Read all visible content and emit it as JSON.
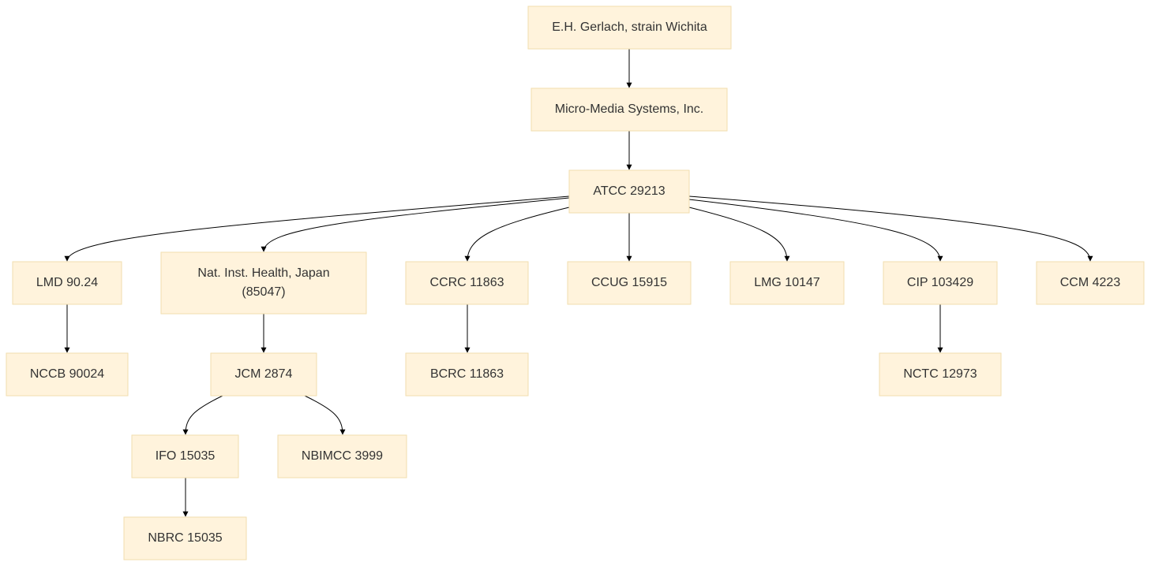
{
  "diagram": {
    "type": "tree",
    "nodes": [
      {
        "id": "gerlach",
        "label": "E.H. Gerlach, strain Wichita"
      },
      {
        "id": "micromedia",
        "label": "Micro-Media Systems, Inc."
      },
      {
        "id": "atcc",
        "label": "ATCC 29213"
      },
      {
        "id": "lmd",
        "label": "LMD 90.24"
      },
      {
        "id": "nih",
        "label": [
          "Nat. Inst. Health, Japan",
          "(85047)"
        ]
      },
      {
        "id": "ccrc",
        "label": "CCRC 11863"
      },
      {
        "id": "ccug",
        "label": "CCUG 15915"
      },
      {
        "id": "lmg",
        "label": "LMG 10147"
      },
      {
        "id": "cip",
        "label": "CIP 103429"
      },
      {
        "id": "ccm",
        "label": "CCM 4223"
      },
      {
        "id": "nccb",
        "label": "NCCB 90024"
      },
      {
        "id": "jcm",
        "label": "JCM 2874"
      },
      {
        "id": "bcrc",
        "label": "BCRC 11863"
      },
      {
        "id": "nctc",
        "label": "NCTC 12973"
      },
      {
        "id": "ifo",
        "label": "IFO 15035"
      },
      {
        "id": "nbimcc",
        "label": "NBIMCC 3999"
      },
      {
        "id": "nbrc",
        "label": "NBRC 15035"
      }
    ],
    "edges": [
      {
        "from": "gerlach",
        "to": "micromedia"
      },
      {
        "from": "micromedia",
        "to": "atcc"
      },
      {
        "from": "atcc",
        "to": "lmd"
      },
      {
        "from": "atcc",
        "to": "nih"
      },
      {
        "from": "atcc",
        "to": "ccrc"
      },
      {
        "from": "atcc",
        "to": "ccug"
      },
      {
        "from": "atcc",
        "to": "lmg"
      },
      {
        "from": "atcc",
        "to": "cip"
      },
      {
        "from": "atcc",
        "to": "ccm"
      },
      {
        "from": "lmd",
        "to": "nccb"
      },
      {
        "from": "nih",
        "to": "jcm"
      },
      {
        "from": "ccrc",
        "to": "bcrc"
      },
      {
        "from": "cip",
        "to": "nctc"
      },
      {
        "from": "jcm",
        "to": "ifo"
      },
      {
        "from": "jcm",
        "to": "nbimcc"
      },
      {
        "from": "ifo",
        "to": "nbrc"
      }
    ],
    "colors": {
      "node_fill": "#fff3dc",
      "node_border": "#f1deae",
      "text": "#333333",
      "edge": "#000000"
    }
  }
}
